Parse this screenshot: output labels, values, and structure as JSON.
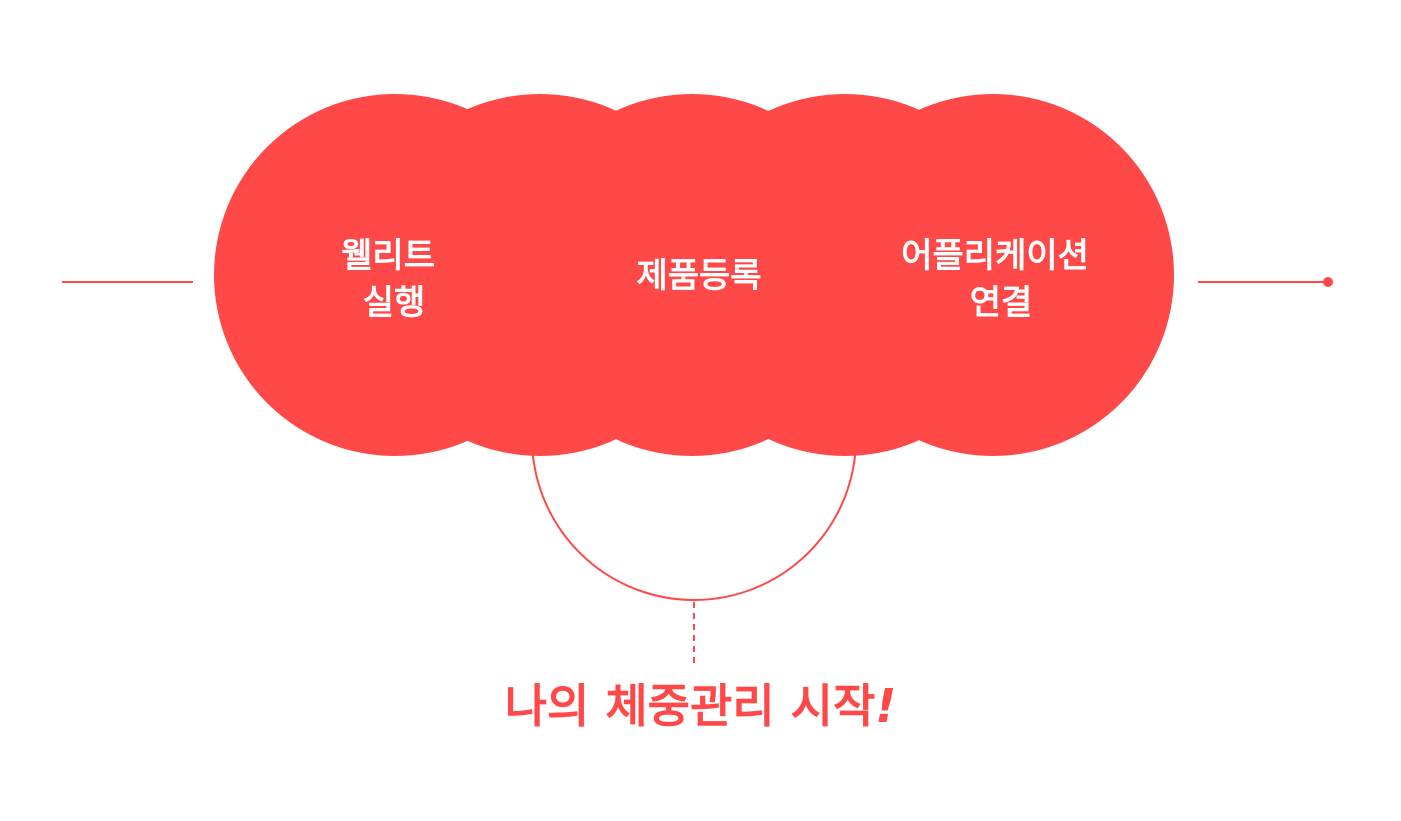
{
  "diagram": {
    "steps": [
      {
        "lines": [
          "웰리트",
          "실행"
        ]
      },
      {
        "lines": [
          "제품등록"
        ]
      },
      {
        "lines": [
          "어플리케이션",
          "연결"
        ]
      }
    ],
    "tagline": {
      "text": "나의 체중관리 시작",
      "suffix": "!"
    }
  },
  "colors": {
    "accent": "#FF4848",
    "text_on_accent": "#FFFFFF",
    "background": "#FFFFFF"
  }
}
